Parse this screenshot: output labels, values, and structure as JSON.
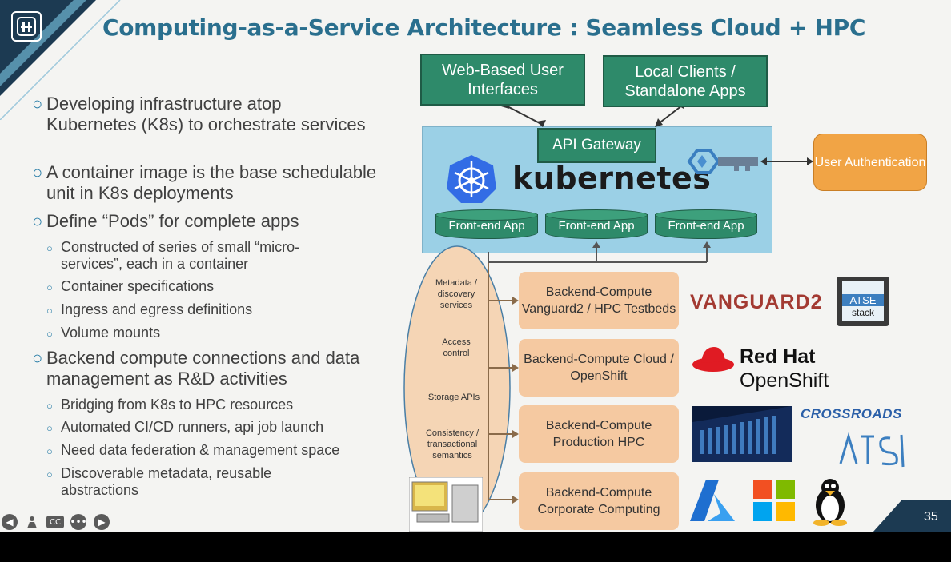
{
  "slide": {
    "title": "Computing-as-a-Service Architecture : Seamless Cloud + HPC",
    "page_number": "35",
    "bullets": [
      {
        "text": "Developing infrastructure atop Kubernetes (K8s) to orchestrate services"
      },
      {
        "text": "A container image is the base schedulable unit in K8s deployments"
      },
      {
        "text": "Define “Pods” for complete apps",
        "sub": [
          "Constructed of series of small “micro-services”, each in a container",
          "Container specifications",
          "Ingress and egress definitions",
          "Volume mounts"
        ]
      },
      {
        "text": "Backend compute connections and data management as R&D activities",
        "sub": [
          "Bridging from K8s to HPC resources",
          "Automated CI/CD runners, api job launch",
          "Need data federation & management space",
          "Discoverable metadata, reusable abstractions"
        ]
      }
    ]
  },
  "diagram": {
    "web_ui": "Web-Based User Interfaces",
    "local_clients": "Local Clients / Standalone Apps",
    "api_gateway": "API Gateway",
    "kubernetes": "kubernetes",
    "user_auth": "User Authentication",
    "frontend_apps": [
      "Front-end App",
      "Front-end App",
      "Front-end App"
    ],
    "oval_labels": [
      "Metadata / discovery services",
      "Access control",
      "Storage APIs",
      "Consistency / transactional semantics"
    ],
    "backends": [
      "Backend-Compute Vanguard2 / HPC Testbeds",
      "Backend-Compute Cloud / OpenShift",
      "Backend-Compute Production HPC",
      "Backend-Compute Corporate Computing"
    ],
    "brands": {
      "vanguard": "VANGUARD2",
      "atse": "ATSE",
      "atse_sub": "stack",
      "redhat": "Red Hat",
      "openshift": "OpenShift",
      "crossroads": "CROSSROADS"
    }
  },
  "colors": {
    "title": "#2a6f8e",
    "green_box": "#2e8a6a",
    "k8s_panel": "#9bd0e6",
    "orange_box": "#f5c9a1",
    "auth_box": "#f1a445",
    "header_band": "#1c3a52"
  },
  "toolbar": {
    "icons": [
      "arrow-left-icon",
      "presenter-icon",
      "closed-caption-icon",
      "more-icon",
      "arrow-right-icon"
    ],
    "cc_label": "CC"
  }
}
